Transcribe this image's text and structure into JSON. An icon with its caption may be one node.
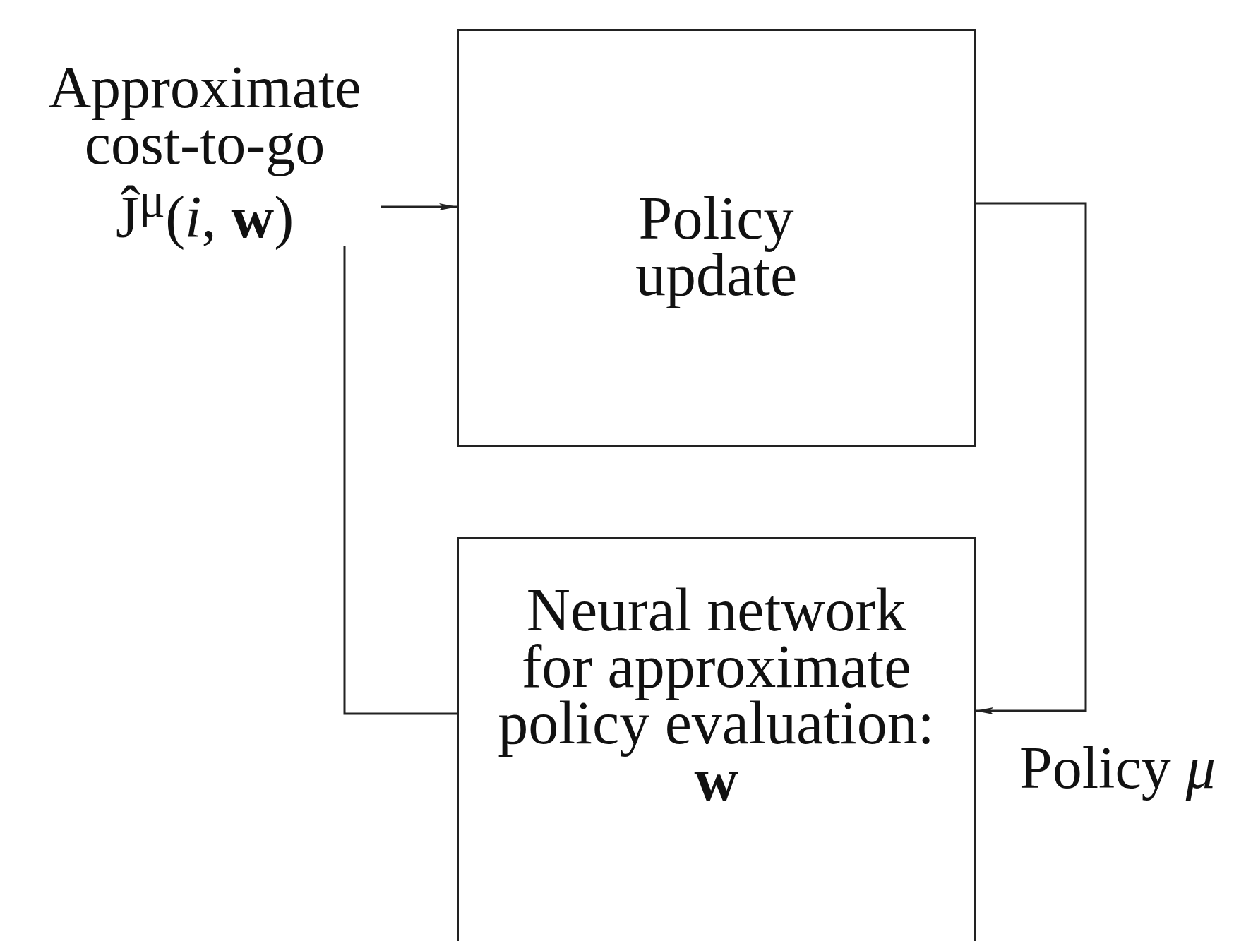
{
  "diagram": {
    "nodes": [
      {
        "text": [
          "Policy update"
        ]
      },
      {
        "text": [
          "Neural network for approximate policy evaluation:",
          "**w**"
        ]
      }
    ],
    "edges": [
      {
        "from": 1,
        "to": 0,
        "arrow": "to",
        "label": "Approximate cost-to-go Ĵ$^{μ}$(*i*, **w**)"
      },
      {
        "from": 0,
        "to": 1,
        "arrow": "to",
        "label": "Policy *μ*"
      }
    ]
  }
}
